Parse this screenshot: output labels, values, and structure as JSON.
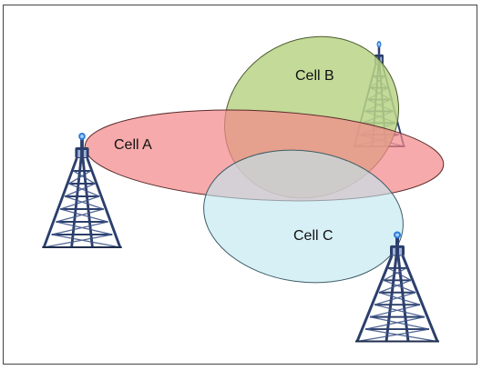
{
  "diagram": {
    "cells": [
      {
        "label": "Cell A",
        "fill": "#f4898a",
        "stroke": "#5a2a2a"
      },
      {
        "label": "Cell B",
        "fill": "#b9d486",
        "stroke": "#4b5a2e"
      },
      {
        "label": "Cell C",
        "fill": "#bfe6ef",
        "stroke": "#3d5d66"
      }
    ],
    "colors": {
      "tower_steel": "#2c3f6c",
      "tower_light": "#9fb2d6",
      "antenna": "#2e7bd6",
      "border": "#444444",
      "background": "#ffffff"
    },
    "towers": [
      {
        "icon": "cell-tower-icon"
      },
      {
        "icon": "cell-tower-icon"
      },
      {
        "icon": "cell-tower-icon"
      }
    ]
  }
}
